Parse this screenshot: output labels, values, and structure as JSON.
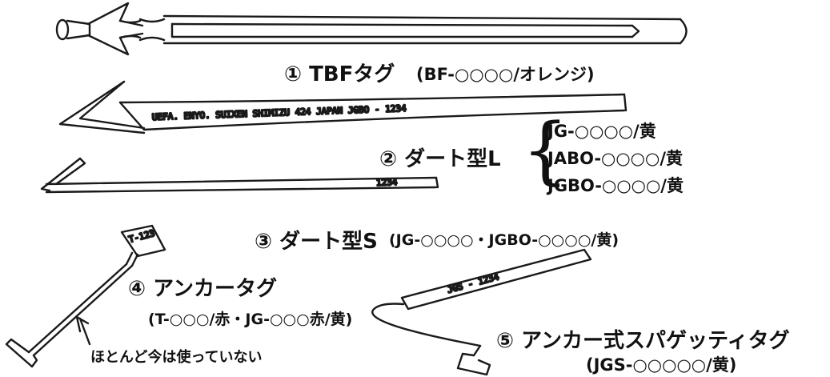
{
  "tags": {
    "t1": {
      "label": "① TBFタグ",
      "spec": "(BF-○○○○/オレンジ)"
    },
    "t2": {
      "label": "② ダート型L",
      "codes": [
        "JG-○○○○/黄",
        "JABO-○○○○/黄",
        "JGBO-○○○○/黄"
      ]
    },
    "t3": {
      "label": "③ ダート型S",
      "spec": "(JG-○○○○・JGBO-○○○○/黄)"
    },
    "t4": {
      "label": "④ アンカータグ",
      "spec": "(T-○○○/赤・JG-○○○赤/黄)",
      "note": "ほとんど今は使っていない"
    },
    "t5": {
      "label": "⑤ アンカー式スパゲッティタグ",
      "spec": "(JGS-○○○○○/黄)"
    }
  },
  "handwriting": {
    "dart_long_strip": "UEFA. ENYO. SUIXEN   SHIMIZU 424   JAPAN  JGBO - 1234",
    "dart_short_strip": "1234",
    "anchor_head": "T-123",
    "spaghetti_strip": "JGS - 1234"
  },
  "colors": {
    "ink": "#111111"
  }
}
